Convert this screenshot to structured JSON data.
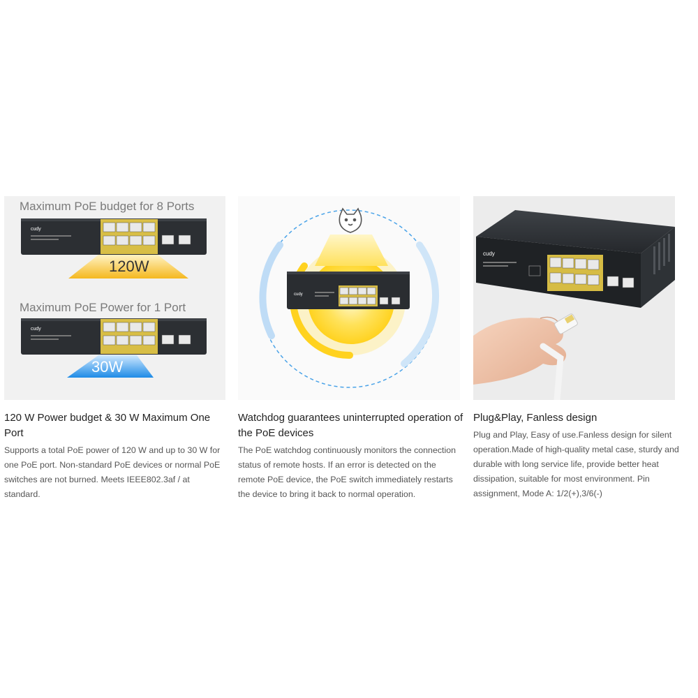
{
  "panel1": {
    "heading_budget": "Maximum PoE budget for 8 Ports",
    "heading_power": "Maximum PoE Power for 1 Port",
    "budget_value": "120W",
    "power_value": "30W",
    "brand": "cudy",
    "colors": {
      "budget_beam": "#f5b81f",
      "power_beam": "#1e8be6"
    }
  },
  "panel2": {
    "brand": "cudy",
    "watchdog_icon": "dog-face-icon",
    "colors": {
      "glow": "#ffd21f",
      "ring": "#4aa3e8"
    }
  },
  "panel3": {
    "brand": "cudy"
  },
  "features": [
    {
      "title": "120 W Power budget & 30 W Maximum One Port",
      "description": "Supports a total PoE power of 120 W and up to 30 W for one PoE port. Non-standard PoE devices or normal PoE switches are not burned. Meets IEEE802.3af / at standard."
    },
    {
      "title": "Watchdog guarantees uninterrupted operation of the PoE devices",
      "description": "The PoE watchdog continuously monitors the connection status of remote hosts. If an error is detected on the remote PoE device, the PoE switch immediately restarts the device to bring it back to normal operation."
    },
    {
      "title": "Plug&Play, Fanless design",
      "description": "Plug and Play, Easy of use.Fanless design for silent operation.Made of high-quality metal case, sturdy and durable with long service life, provide better heat dissipation, suitable for most environment. Pin assignment, Mode A: 1/2(+),3/6(-)"
    }
  ]
}
